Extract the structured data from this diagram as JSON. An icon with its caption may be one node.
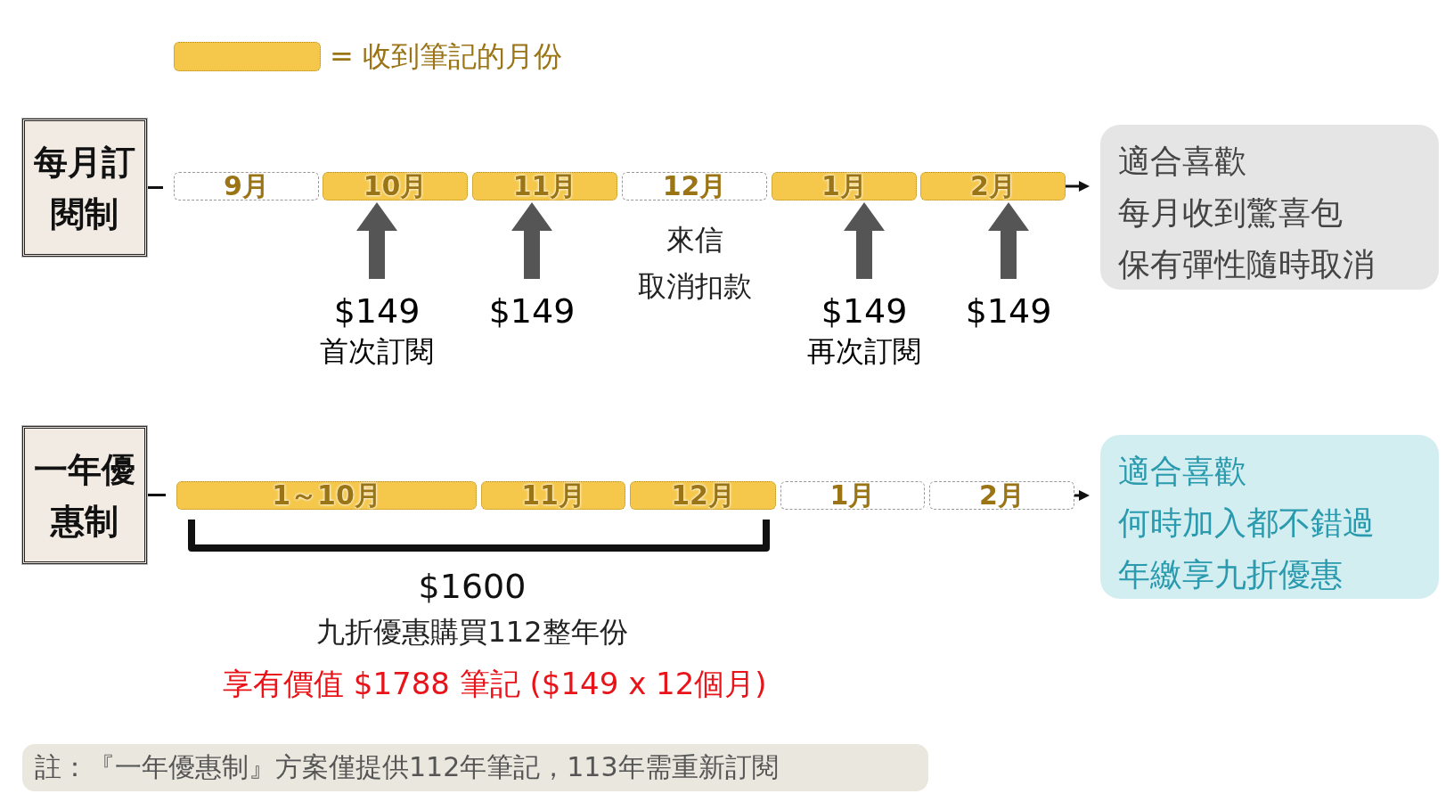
{
  "diagram": {
    "nodes": [
      {
        "text": [
          "每月訂閱制"
        ]
      },
      {
        "text": [
          "9月"
        ]
      },
      {
        "text": [
          "10月"
        ]
      },
      {
        "text": [
          "11月"
        ]
      },
      {
        "text": [
          "12月"
        ]
      },
      {
        "text": [
          "1月"
        ]
      },
      {
        "text": [
          "2月"
        ]
      },
      {
        "text": [
          "適合喜歡",
          "每月收到驚喜包",
          "保有彈性隨時取消"
        ]
      },
      {
        "text": [
          "$149",
          "首次訂閱"
        ]
      },
      {
        "text": [
          "$149"
        ]
      },
      {
        "text": [
          "$149",
          "再次訂閱"
        ]
      },
      {
        "text": [
          "$149"
        ]
      },
      {
        "text": [
          "一年優惠制"
        ]
      },
      {
        "text": [
          "1～10月"
        ]
      },
      {
        "text": [
          "11月"
        ]
      },
      {
        "text": [
          "12月"
        ]
      },
      {
        "text": [
          "1月"
        ]
      },
      {
        "text": [
          "2月"
        ]
      },
      {
        "text": [
          "適合喜歡",
          "何時加入都不錯過",
          "年繳享九折優惠"
        ]
      },
      {
        "text": [
          "註：『一年優惠制』方案僅提供112年筆記，113年需重新訂閱"
        ]
      }
    ],
    "edges": [
      {
        "from": 0,
        "to": 1,
        "arrow": "none"
      },
      {
        "from": 6,
        "to": 7,
        "arrow": "to"
      },
      {
        "from": 8,
        "to": 2,
        "arrow": "to",
        "style": "thick",
        "color": "#555555"
      },
      {
        "from": 9,
        "to": 3,
        "arrow": "to",
        "style": "thick",
        "color": "#555555"
      },
      {
        "from": 10,
        "to": 5,
        "arrow": "to",
        "style": "thick",
        "color": "#555555"
      },
      {
        "from": 11,
        "to": 6,
        "arrow": "to",
        "style": "thick",
        "color": "#555555"
      },
      {
        "from": 12,
        "to": 13,
        "arrow": "none"
      },
      {
        "from": 17,
        "to": 18,
        "arrow": "to"
      }
    ],
    "labels": [
      "來信",
      "取消扣款",
      "$1600",
      "九折優惠購買112整年份",
      "享有價值 $1788 筆記 ($149 x 12個月)"
    ],
    "legend": [
      {
        "text": "= 收到筆記的月份",
        "color": "#f5c84c"
      }
    ]
  }
}
